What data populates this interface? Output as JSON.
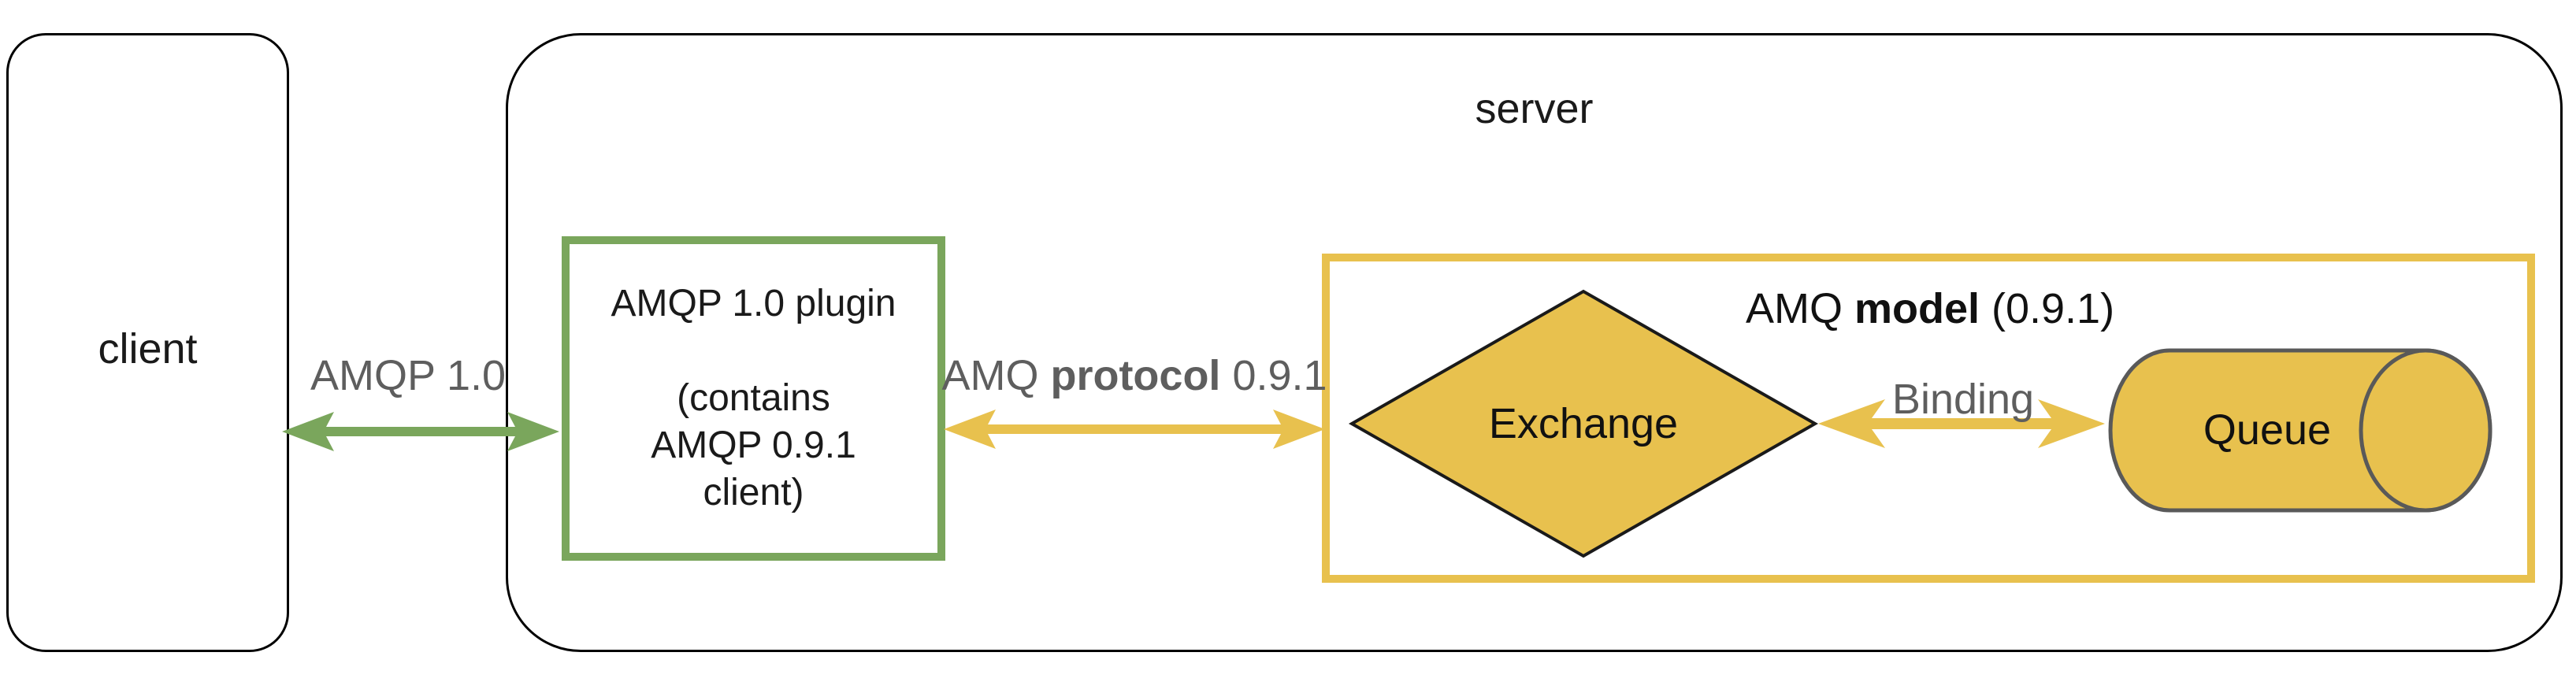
{
  "diagram": {
    "client": {
      "label": "client"
    },
    "server": {
      "label": "server"
    },
    "plugin": {
      "title": "AMQP 1.0 plugin",
      "subtitle": "(contains\nAMQP 0.9.1\nclient)"
    },
    "amqp10_link": {
      "label": "AMQP 1.0"
    },
    "protocol_link": {
      "prefix": "AMQ ",
      "bold": "protocol",
      "suffix": " 0.9.1"
    },
    "model": {
      "prefix": "AMQ ",
      "bold": "model",
      "suffix": " (0.9.1)"
    },
    "exchange": {
      "label": "Exchange"
    },
    "binding_link": {
      "label": "Binding"
    },
    "queue": {
      "label": "Queue"
    }
  },
  "colors": {
    "green": "#7AA65C",
    "yellow": "#E8C14E",
    "gray_text": "#5E5E5E",
    "box_border": "#000000",
    "diamond_stroke": "#1A1A1A",
    "queue_stroke": "#595959"
  }
}
